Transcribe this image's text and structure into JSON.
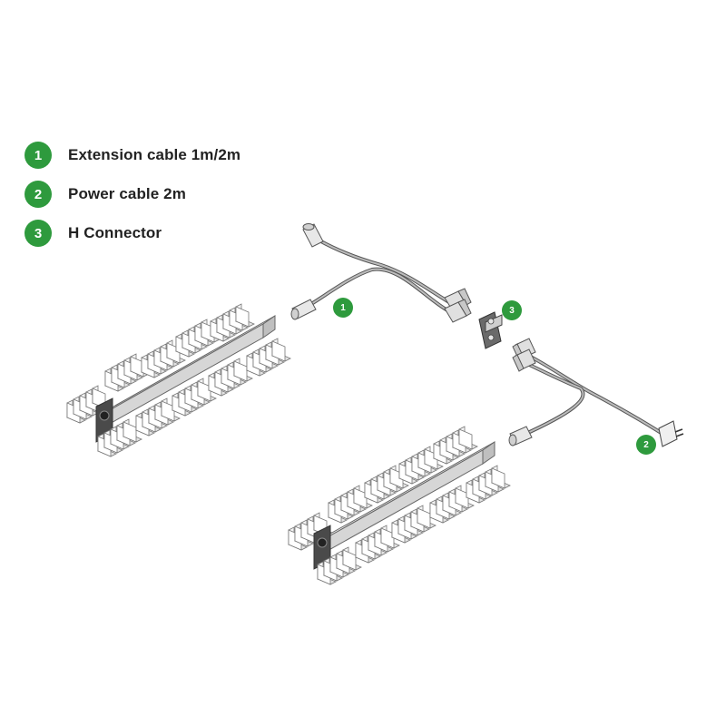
{
  "accent": "#2e9a3d",
  "legend": [
    {
      "num": "1",
      "label": "Extension cable 1m/2m"
    },
    {
      "num": "2",
      "label": "Power cable 2m"
    },
    {
      "num": "3",
      "label": "H Connector"
    }
  ],
  "callouts": {
    "extension": "1",
    "power": "2",
    "h_connector": "3"
  }
}
